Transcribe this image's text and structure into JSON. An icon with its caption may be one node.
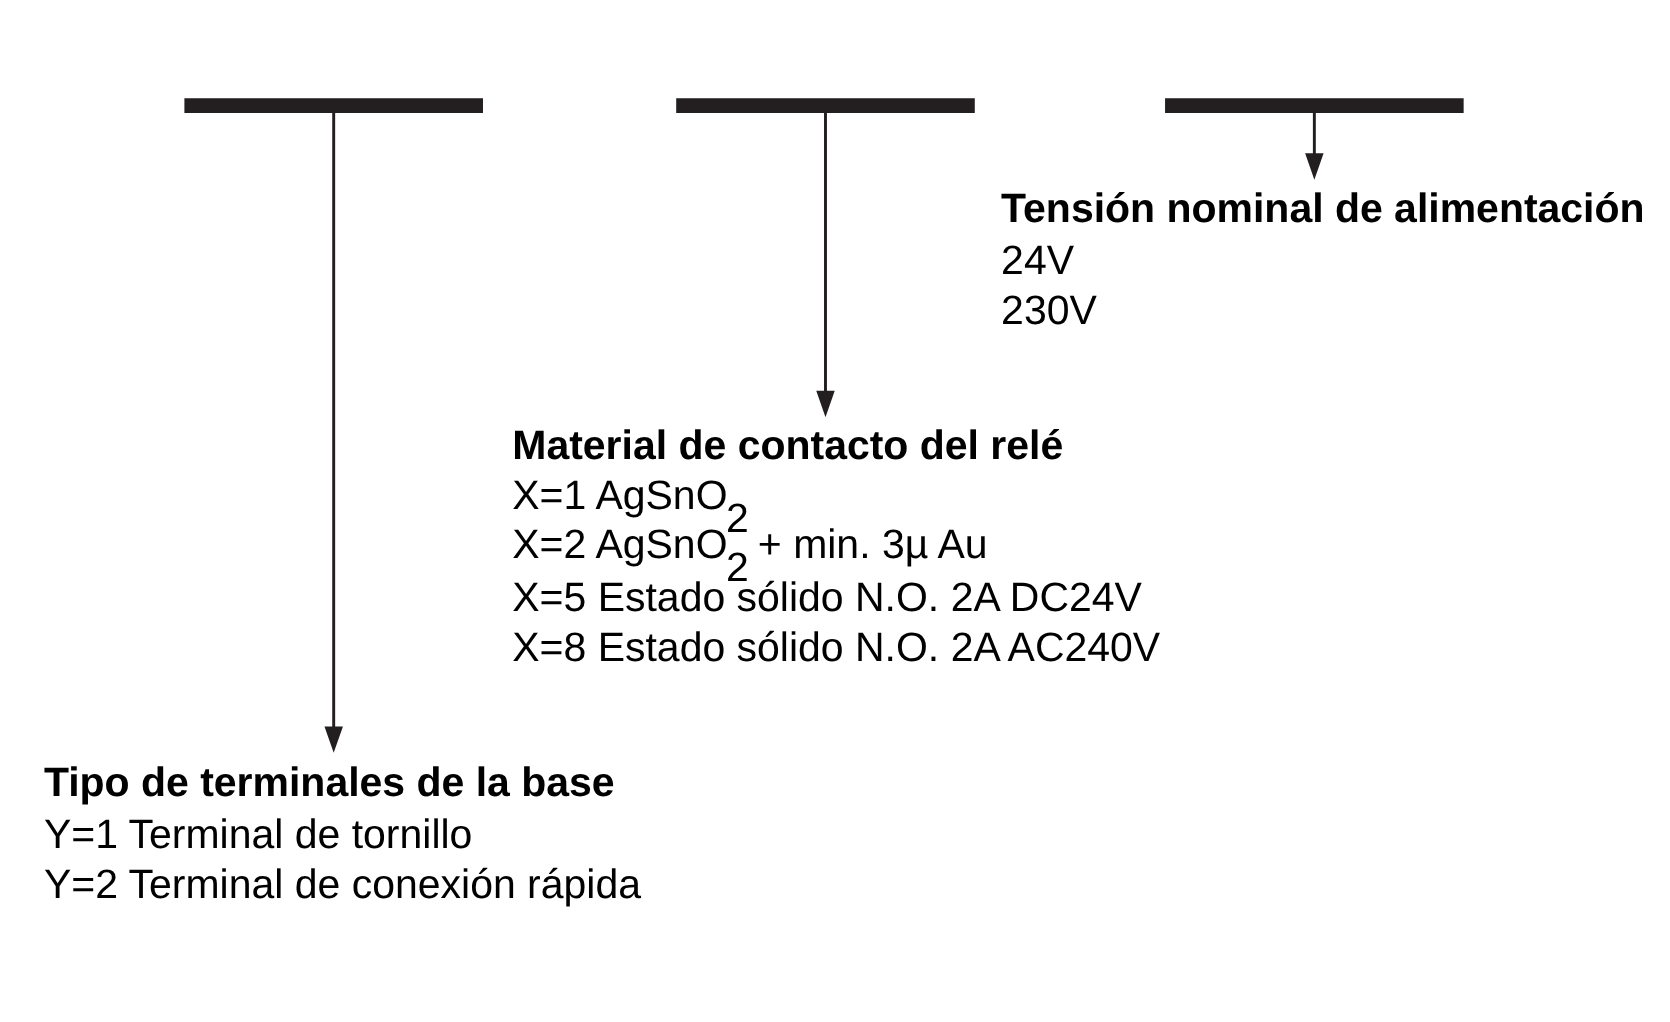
{
  "diagram": {
    "nodes": [
      {
        "text": [],
        "shape": "bar"
      },
      {
        "text": [],
        "shape": "bar"
      },
      {
        "text": [],
        "shape": "bar"
      },
      {
        "text": [
          "Tensión nominal de alimentación",
          "24V",
          "230V"
        ]
      },
      {
        "text": [
          "Material de contacto del relé",
          "X=1 AgSnO$_{2}$",
          "X=2 AgSnO$_{2}$ + min. 3µ Au",
          "X=5 Estado sólido N.O. 2A DC24V",
          "X=8 Estado sólido N.O. 2A AC240V"
        ]
      },
      {
        "text": [
          "Tipo de terminales de la base",
          "Y=1 Terminal de tornillo",
          "Y=2 Terminal de conexión rápida"
        ]
      }
    ],
    "edges": [
      {
        "from": 2,
        "to": 3,
        "arrow": "to"
      },
      {
        "from": 1,
        "to": 4,
        "arrow": "to"
      },
      {
        "from": 0,
        "to": 5,
        "arrow": "to"
      }
    ]
  }
}
